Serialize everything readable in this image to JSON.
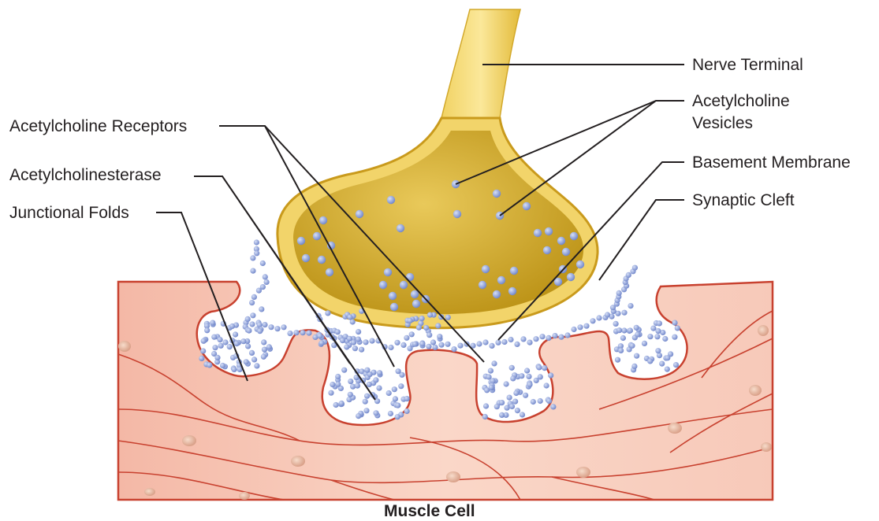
{
  "labels": {
    "nerve_terminal": "Nerve Terminal",
    "ach_vesicles_1": "Acetylcholine",
    "ach_vesicles_2": "Vesicles",
    "basement_membrane": "Basement Membrane",
    "synaptic_cleft": "Synaptic Cleft",
    "ach_receptors": "Acetylcholine Receptors",
    "achesterase": "Acetylcholinesterase",
    "junctional_folds": "Junctional Folds",
    "muscle_cell": "Muscle Cell"
  },
  "colors": {
    "muscle_fill": "#f6c9b8",
    "muscle_outline": "#c8412f",
    "nerve_fill": "#e8c547",
    "nerve_outline": "#c99a1c",
    "vesicle": "#8c9fd6",
    "leader_line": "#231f20"
  }
}
